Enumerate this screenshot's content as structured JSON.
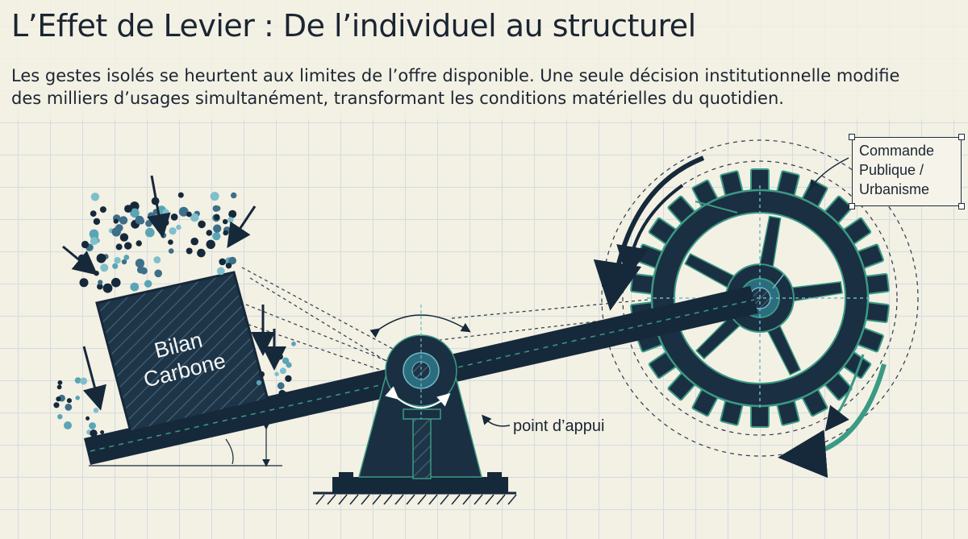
{
  "title": "L’Effet de Levier : De l’individuel au structurel",
  "subtitle": {
    "line1": "Les gestes isolés se heurtent aux limites de l’offre disponible. Une seule décision institutionnelle modifie",
    "line2": "des milliers d’usages simultanément, transformant les conditions matérielles du quotidien."
  },
  "labels": {
    "box": {
      "line1": "Commande",
      "line2": "Publique /",
      "line3": "Urbanisme"
    },
    "fulcrum": "point d’appui",
    "weight": {
      "line1": "Bilan",
      "line2": "Carbone"
    }
  },
  "icons": [
    "gear-icon",
    "fulcrum-icon",
    "rotation-arrow-icon",
    "pressure-arrow-icon"
  ],
  "colors": {
    "navy": "#16293a",
    "teal": "#3a9a84",
    "light_teal": "#5aa4b6",
    "background": "#f3f0e4"
  }
}
